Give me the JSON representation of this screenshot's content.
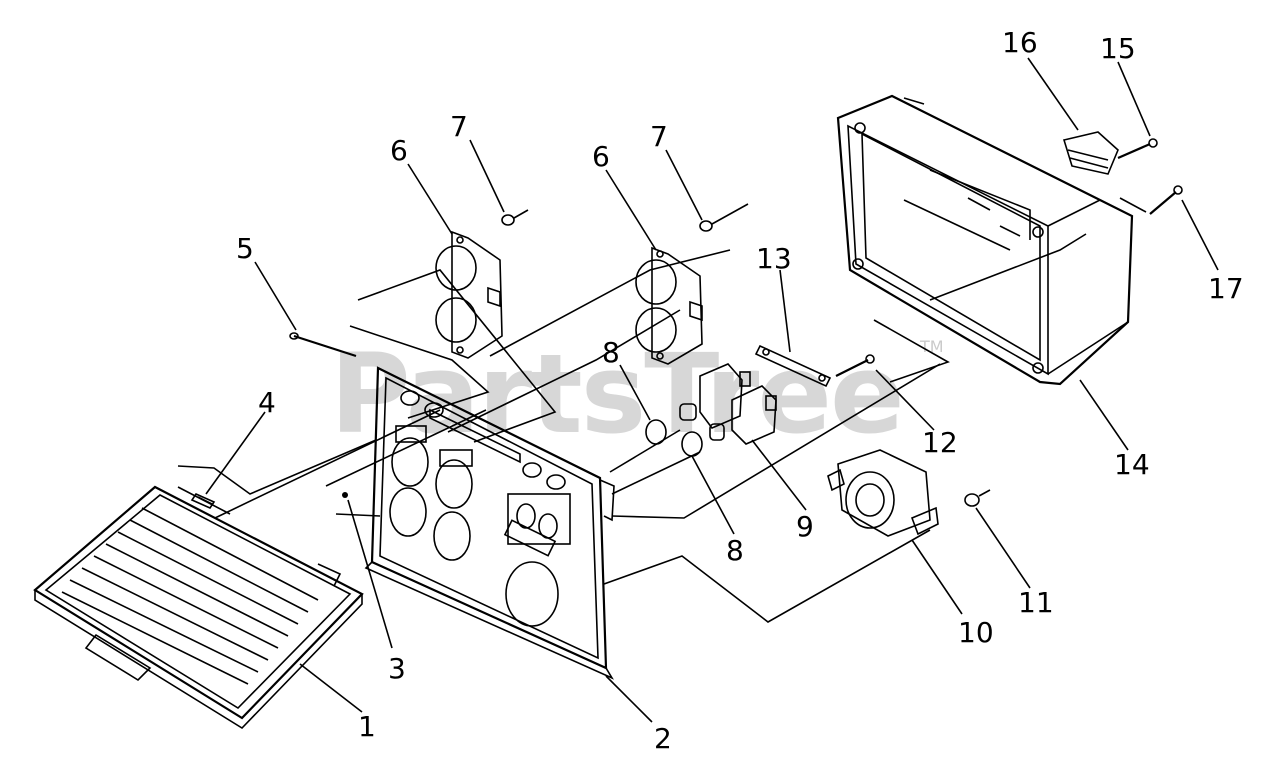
{
  "watermark": {
    "text": "PartsTree",
    "trademark": "TM"
  },
  "callouts": [
    {
      "id": "c1",
      "label": "1"
    },
    {
      "id": "c2",
      "label": "2"
    },
    {
      "id": "c3",
      "label": "3"
    },
    {
      "id": "c4",
      "label": "4"
    },
    {
      "id": "c5",
      "label": "5"
    },
    {
      "id": "c6a",
      "label": "6"
    },
    {
      "id": "c6b",
      "label": "6"
    },
    {
      "id": "c7a",
      "label": "7"
    },
    {
      "id": "c7b",
      "label": "7"
    },
    {
      "id": "c8a",
      "label": "8"
    },
    {
      "id": "c8b",
      "label": "8"
    },
    {
      "id": "c9",
      "label": "9"
    },
    {
      "id": "c10",
      "label": "10"
    },
    {
      "id": "c11",
      "label": "11"
    },
    {
      "id": "c12",
      "label": "12"
    },
    {
      "id": "c13",
      "label": "13"
    },
    {
      "id": "c14",
      "label": "14"
    },
    {
      "id": "c15",
      "label": "15"
    },
    {
      "id": "c16",
      "label": "16"
    },
    {
      "id": "c17",
      "label": "17"
    }
  ]
}
